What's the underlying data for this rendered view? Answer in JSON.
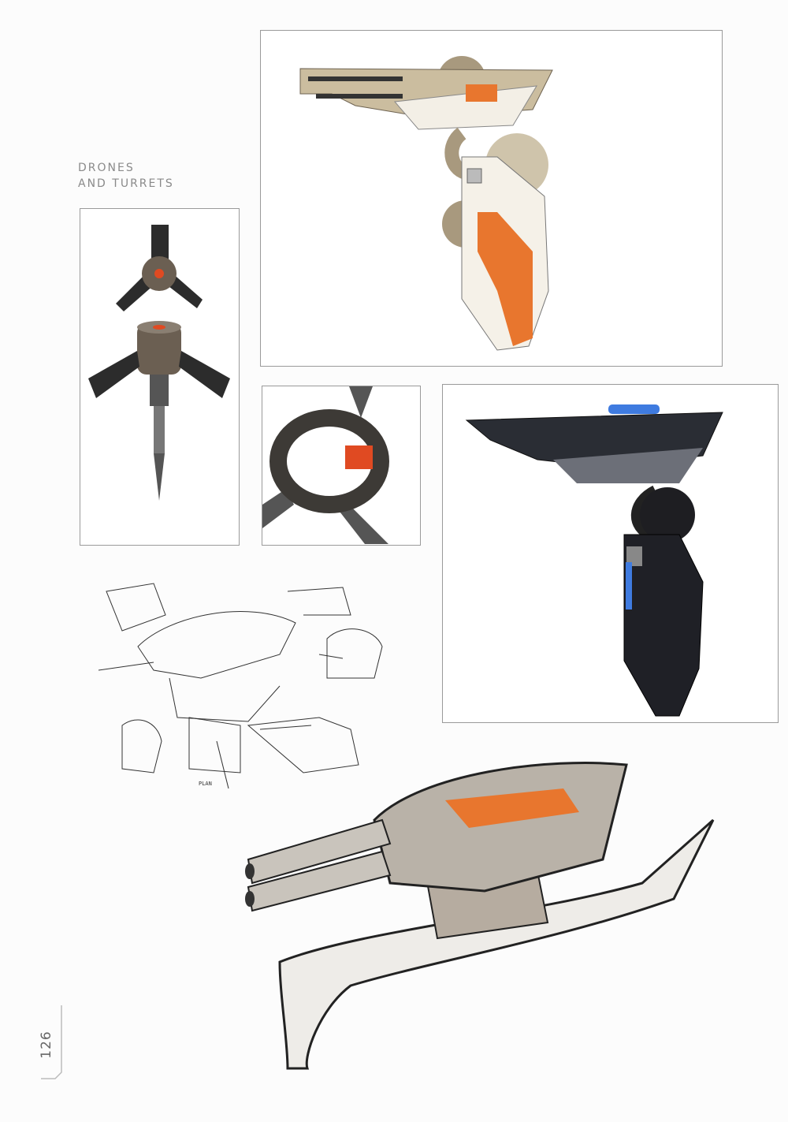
{
  "page": {
    "section_title_line1": "DRONES",
    "section_title_line2": "AND TURRETS",
    "page_number": "126",
    "sketch_label": "PLAN"
  },
  "colors": {
    "accent_orange": "#e8762e",
    "accent_blue": "#3f7be0",
    "frame_border": "#9a9a9a",
    "title_gray": "#8a8a8a"
  }
}
